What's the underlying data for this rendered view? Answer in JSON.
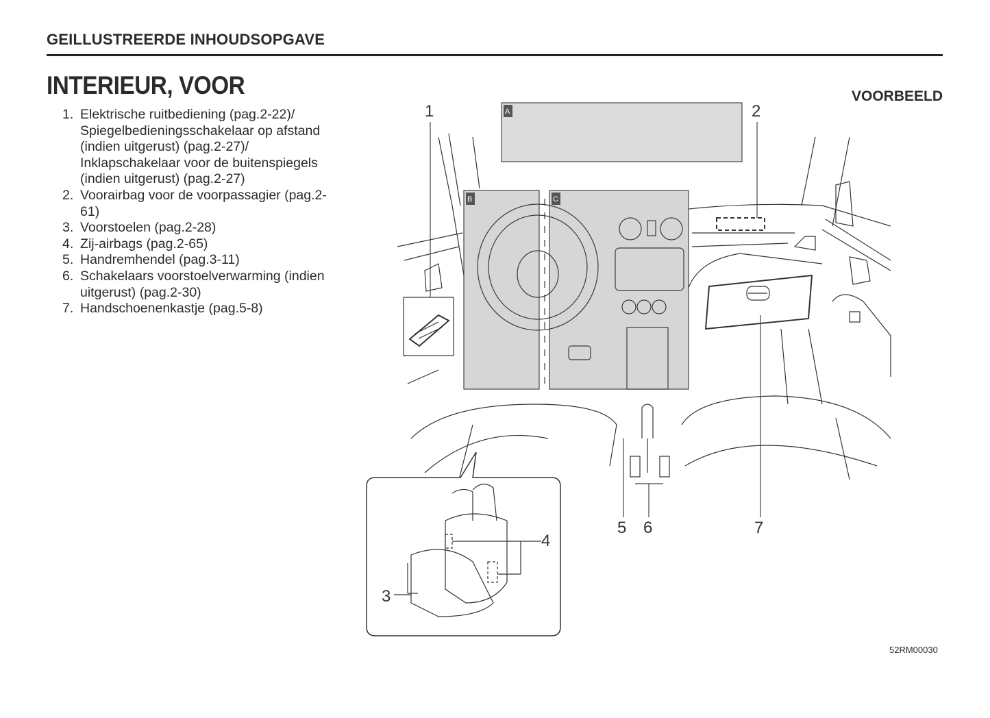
{
  "header": {
    "section": "GEILLUSTREERDE INHOUDSOPGAVE",
    "title": "INTERIEUR, VOOR",
    "example_label": "VOORBEELD"
  },
  "items": [
    {
      "num": "1.",
      "text": "Elektrische ruitbediening (pag.2-22)/ Spiegelbedieningsschakelaar op afstand (indien uitgerust) (pag.2-27)/ Inklapschakelaar voor de buitenspiegels (indien uitgerust) (pag.2-27)"
    },
    {
      "num": "2.",
      "text": "Voorairbag voor de voorpassagier (pag.2-61)"
    },
    {
      "num": "3.",
      "text": "Voorstoelen (pag.2-28)"
    },
    {
      "num": "4.",
      "text": "Zij-airbags (pag.2-65)"
    },
    {
      "num": "5.",
      "text": "Handremhendel (pag.3-11)"
    },
    {
      "num": "6.",
      "text": "Schakelaars voorstoelverwarming (indien uitgerust) (pag.2-30)"
    },
    {
      "num": "7.",
      "text": "Handschoenenkastje (pag.5-8)"
    }
  ],
  "diagram": {
    "callouts": [
      "1",
      "2",
      "3",
      "4",
      "5",
      "6",
      "7"
    ],
    "panels": [
      "A",
      "B",
      "C"
    ]
  },
  "figure_code": "52RM00030"
}
